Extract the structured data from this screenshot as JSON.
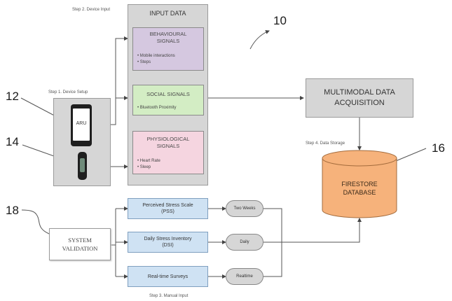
{
  "refs": {
    "system": "10",
    "phone": "12",
    "band": "14",
    "database": "16",
    "validation": "18"
  },
  "steps": {
    "device_input": "Step 2. Device Input",
    "device_setup": "Step 1. Device Setup",
    "data_storage": "Step 4. Data Storage",
    "manual_input": "Step 3. Manual Input"
  },
  "input_panel": {
    "title": "INPUT DATA",
    "behavioural": {
      "title_line1": "BEHAVIOURAL",
      "title_line2": "SIGNALS",
      "item1": "• Mobile interactions",
      "item2": "• Steps"
    },
    "social": {
      "title": "SOCIAL SIGNALS",
      "item1": "• Bluetooth Proximity"
    },
    "physiological": {
      "title_line1": "PHYSIOLOGICAL",
      "title_line2": "SIGNALS",
      "item1": "• Heart Rate",
      "item2": "• Sleep"
    }
  },
  "device": {
    "phone_label": "ARU"
  },
  "acquisition": {
    "line1": "MULTIMODAL DATA",
    "line2": "ACQUISITION"
  },
  "database": {
    "line1": "FIRESTORE",
    "line2": "DATABASE"
  },
  "validation": {
    "line1": "SYSTEM",
    "line2": "VALIDATION"
  },
  "surveys": {
    "pss": {
      "line1": "Perceived Stress Scale",
      "line2": "(PSS)",
      "frequency": "Two Weeks"
    },
    "dsi": {
      "line1": "Daily Stress Inventory",
      "line2": "(DSI)",
      "frequency": "Daily"
    },
    "realtime": {
      "line1": "Real-time Surveys",
      "frequency": "Realtime"
    }
  },
  "colors": {
    "behavioural": "#d5c8e0",
    "social": "#d3edc4",
    "physiological": "#f5d5e0",
    "database": "#f6b27b",
    "survey": "#cfe2f3",
    "panel": "#d6d6d6"
  }
}
